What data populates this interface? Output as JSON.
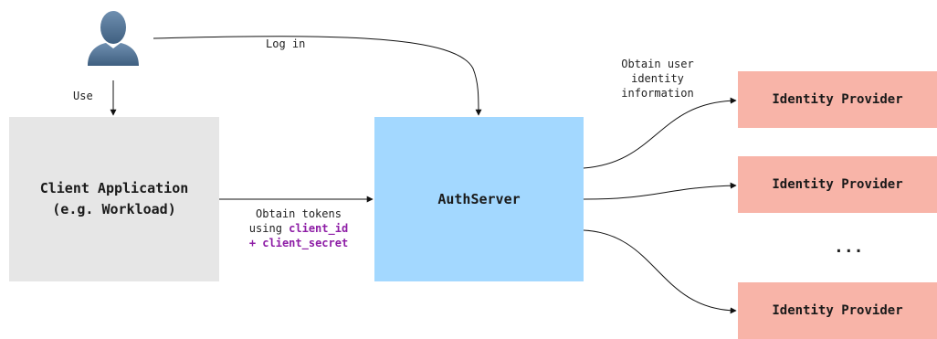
{
  "nodes": {
    "client": {
      "line1": "Client Application",
      "line2": "(e.g. Workload)"
    },
    "auth_server": "AuthServer",
    "identity_providers": [
      "Identity Provider",
      "Identity Provider",
      "Identity Provider"
    ],
    "ellipsis": "..."
  },
  "edges": {
    "login": "Log in",
    "use": "Use",
    "obtain_identity": {
      "line1": "Obtain user",
      "line2": "identity",
      "line3": "information"
    },
    "obtain_tokens": {
      "line1": "Obtain tokens",
      "line2_prefix": "using ",
      "line2_highlight": "client_id",
      "line3_prefix": "+ ",
      "line3_highlight": "client_secret"
    }
  },
  "colors": {
    "client_box": "#e6e6e6",
    "auth_box": "#a3d8ff",
    "idp_box": "#f8b4a8",
    "user_icon": "#4a6a8a",
    "highlight": "#8e1ea6"
  }
}
